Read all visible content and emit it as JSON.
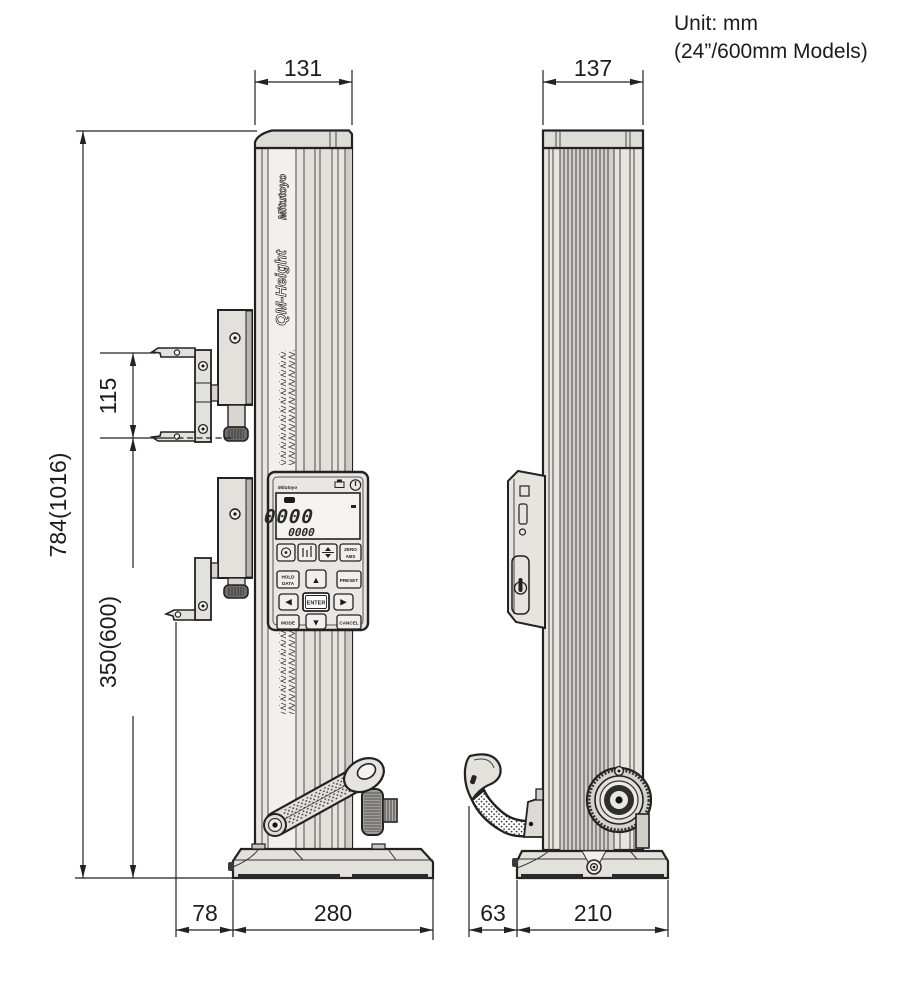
{
  "note": {
    "line1": "Unit: mm",
    "line2": "(24”/600mm Models)"
  },
  "dimensions": {
    "front_column_width": "131",
    "side_column_depth": "137",
    "total_height": "784(1016)",
    "probe_span": "115",
    "measuring_range": "350(600)",
    "probe_offset": "78",
    "base_width": "280",
    "handle_offset": "63",
    "base_depth": "210"
  },
  "branding": {
    "logo": "Mitutoyo",
    "model": "QM-Height"
  },
  "panel": {
    "brand": "Mitutoyo",
    "display_main": "0000",
    "display_sub": "0000",
    "icons": {
      "printer": "printer-icon",
      "power": "power-icon",
      "battery": "battery-icon"
    },
    "buttons": {
      "zero_abs": [
        "ZERO",
        "ABS"
      ],
      "hold_data": [
        "HOLD",
        "DATA"
      ],
      "preset": "PRESET",
      "mode": "MODE",
      "cancel": "CANCEL",
      "enter": "ENTER",
      "up": "▲",
      "down": "▼",
      "left": "◀",
      "right": "▶"
    }
  },
  "colors": {
    "line": "#222222",
    "body_fill": "#e7e5e0",
    "band_dark": "#cfcdc7",
    "lcd_fill": "#f4f3ef",
    "dark_fill": "#2a2a2a"
  }
}
